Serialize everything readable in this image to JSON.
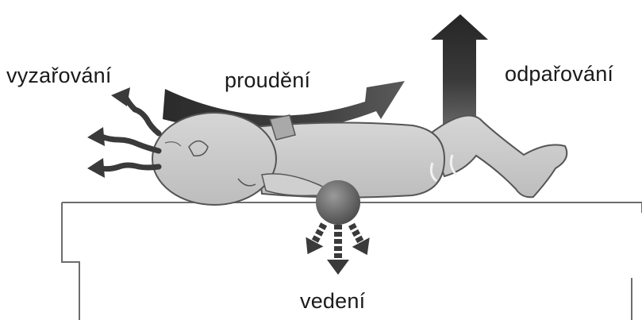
{
  "labels": {
    "radiation": "vyzařování",
    "convection": "proudění",
    "evaporation": "odpařování",
    "conduction": "vedení"
  }
}
